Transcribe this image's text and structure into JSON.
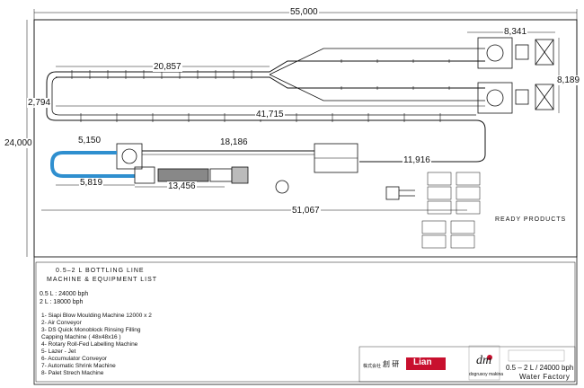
{
  "dimensions": {
    "overall_width": "55,000",
    "overall_height": "24,000",
    "line_upper": "20,857",
    "line_middle": "41,715",
    "left_gap": "2,794",
    "right_top": "8,341",
    "right_side": "8,189",
    "d_5150": "5,150",
    "d_18186": "18,186",
    "d_11916": "11,916",
    "d_5819": "5,819",
    "d_13456": "13,456",
    "d_51067": "51,067"
  },
  "labels": {
    "ready_products": "READY PRODUCTS"
  },
  "legend": {
    "title1": "0.5–2 L BOTTLING LINE",
    "title2": "MACHINE & EQUIPMENT LIST",
    "cap1": "0.5 L :  24000 bph",
    "cap2": "2 L   :   18000 bph",
    "items": [
      "1-  Siapi Blow Moulding Machine 12000 x 2",
      "2-  Air Conveyor",
      "3-  DS Quick Monoblock Rinsing Filling",
      "      Capping Machine ( 48x48x16 )",
      "4-  Rotary Roll-Fed Labelling Machine",
      "5-  Lazer - Jet",
      "6-  Accumulator Conveyor",
      "7-  Automatic Shrink Machine",
      "8-  Palet Strech Machine"
    ]
  },
  "title_block": {
    "capacity": "0.5 – 2 L   / 24000 bph",
    "project": "Water Factory",
    "company_small": "株式会社",
    "company_chars": "創 研",
    "brand_red": "Lian",
    "brand_sub": "dogrusoy makina"
  },
  "colors": {
    "conveyor_blue": "#2f8fcf",
    "brand_red": "#c8102e",
    "line": "#111111"
  }
}
